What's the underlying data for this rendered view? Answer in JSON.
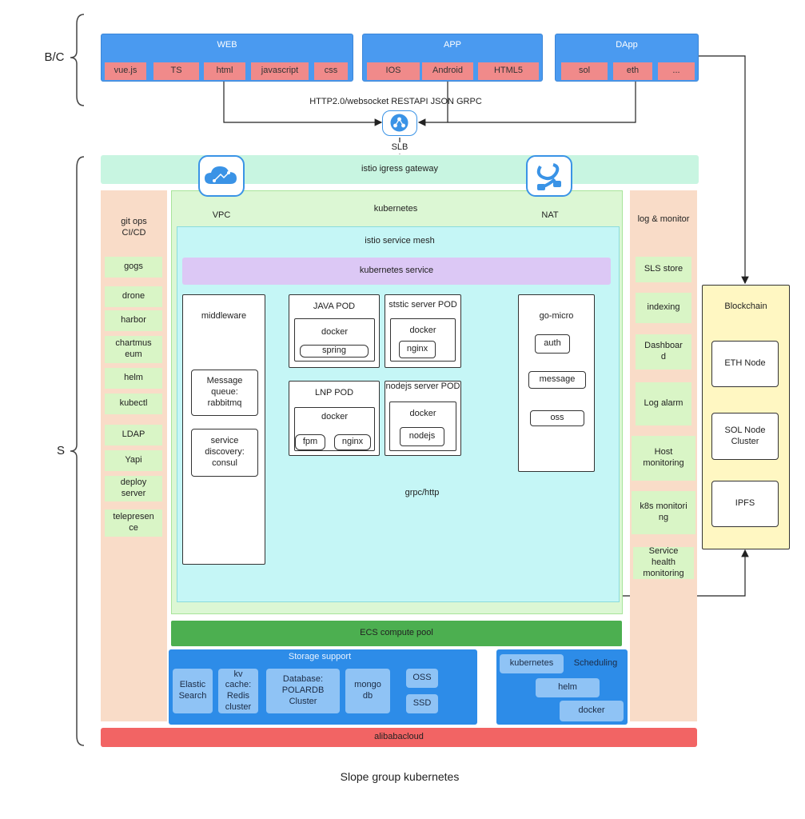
{
  "brackets": {
    "bc": "B/C",
    "s": "S"
  },
  "web": {
    "title": "WEB",
    "items": [
      "vue.js",
      "TS",
      "html",
      "javascript",
      "css"
    ]
  },
  "app": {
    "title": "APP",
    "items": [
      "IOS",
      "Android",
      "HTML5"
    ]
  },
  "dapp": {
    "title": "DApp",
    "items": [
      "sol",
      "eth",
      "..."
    ]
  },
  "protocol_label": "HTTP2.0/websocket RESTAPI JSON GRPC",
  "slb_label": "SLB",
  "gateway": "istio igress gateway",
  "vpc_label": "VPC",
  "nat_label": "NAT",
  "kubernetes_label": "kubernetes",
  "service_mesh_label": "istio service mesh",
  "k8s_service_label": "kubernetes service",
  "gitops": {
    "title": "git ops\nCI/CD",
    "items": [
      "gogs",
      "drone",
      "harbor",
      "chartmus\neum",
      "helm",
      "kubectl",
      "LDAP",
      "Yapi",
      "deploy\nserver",
      "telepresen\nce"
    ]
  },
  "log_monitor": {
    "title": "log & monitor",
    "items": [
      "SLS store",
      "indexing",
      "Dashboar\nd",
      "Log alarm",
      "Host\nmonitoring",
      "k8s monitori\nng",
      "Service\nhealth\nmonitoring"
    ]
  },
  "middleware": {
    "title": "middleware",
    "items": [
      "Message\nqueue:\nrabbitmq",
      "service\ndiscovery:\nconsul"
    ]
  },
  "java_pod": {
    "title": "JAVA POD",
    "docker": "docker",
    "inner": "spring"
  },
  "static_pod": {
    "title": "ststic server POD",
    "docker": "docker",
    "inner": "nginx"
  },
  "lnp_pod": {
    "title": "LNP POD",
    "docker": "docker",
    "inner": [
      "fpm",
      "nginx"
    ]
  },
  "nodejs_pod": {
    "title": "nodejs server POD",
    "docker": "docker",
    "inner": "nodejs"
  },
  "go_micro": {
    "title": "go-micro",
    "items": [
      "auth",
      "message",
      "oss"
    ]
  },
  "grpc_label": "grpc/http",
  "blockchain": {
    "title": "Blockchain",
    "items": [
      "ETH Node",
      "SOL Node\nCluster",
      "IPFS"
    ]
  },
  "ecs_label": "ECS compute pool",
  "storage": {
    "title": "Storage support",
    "items": [
      "Elastic\nSearch",
      "kv\ncache:\nRedis\ncluster",
      "Database:\nPOLARDB\nCluster",
      "mongo\ndb"
    ],
    "small": [
      "OSS",
      "SSD"
    ]
  },
  "scheduling": {
    "title": "Scheduling",
    "items": [
      "kubernetes",
      "helm",
      "docker"
    ]
  },
  "cloud_label": "alibabacloud",
  "caption": "Slope group kubernetes",
  "colors": {
    "blue_header": "#4a9af0",
    "pink_item": "#f08a8a",
    "gateway": "#c8f5e1",
    "sidebar": "#f9dcc8",
    "kubernetes_bg": "#dcf7d4",
    "mesh_bg": "#c5f6f6",
    "k8s_service": "#dcc8f5",
    "blockchain": "#fff7c2",
    "ecs": "#4caf50",
    "storage": "#2d8ce8",
    "cloud": "#f26464"
  }
}
